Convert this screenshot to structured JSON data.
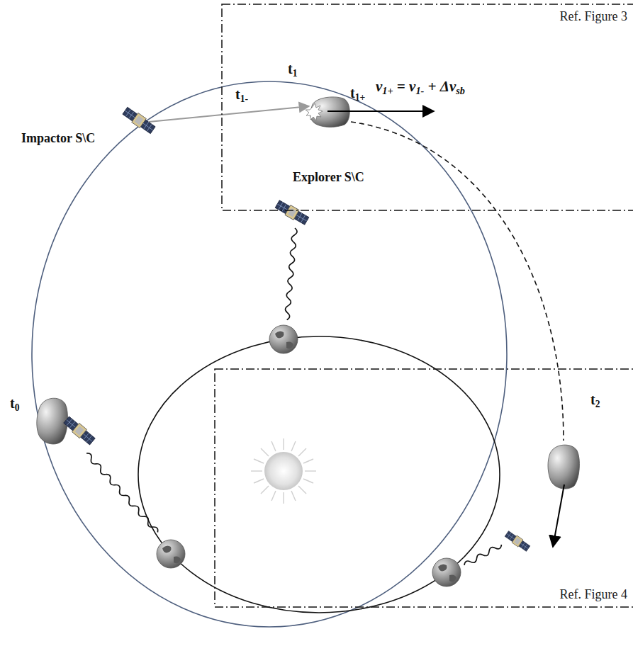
{
  "diagram": {
    "nodes": [
      {
        "text": [
          "Ref. Figure 3"
        ]
      },
      {
        "text": [
          "Ref. Figure 4"
        ]
      }
    ],
    "labels": [
      "Impactor S\\C",
      "t1-",
      "t1",
      "t1+",
      "v1+ = v1- + Δvsb",
      "Explorer S\\C",
      "t0",
      "t2"
    ]
  }
}
